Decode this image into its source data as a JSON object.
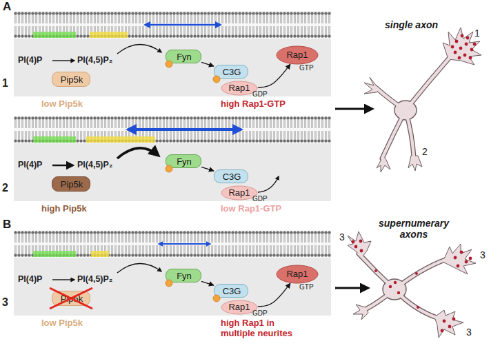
{
  "diagram": {
    "nodes": [
      {
        "text": [
          "1",
          "PI(4)P",
          "PI(4,5)P₂",
          "low Pip5k",
          "high Rap1-GTP"
        ]
      },
      {
        "text": [
          "Pip5k"
        ],
        "in": 0
      },
      {
        "text": [
          "Fyn"
        ],
        "in": 0
      },
      {
        "text": [
          "C3G"
        ],
        "in": 0
      },
      {
        "text": [
          "Rap1",
          "GTP"
        ],
        "in": 0
      },
      {
        "text": [
          "Rap1",
          "GDP"
        ],
        "in": 0
      },
      {
        "text": [
          "2",
          "PI(4)P",
          "PI(4,5)P₂",
          "high Pip5k",
          "low Rap1-GTP"
        ]
      },
      {
        "text": [
          "Pip5k"
        ],
        "in": 6
      },
      {
        "text": [
          "Fyn"
        ],
        "in": 6
      },
      {
        "text": [
          "C3G"
        ],
        "in": 6
      },
      {
        "text": [
          "Rap1",
          "GDP"
        ],
        "in": 6
      },
      {
        "text": [
          "3",
          "PI(4)P",
          "PI(4,5)P₂",
          "low Pip5k",
          "high Rap1 in multiple neurites"
        ]
      },
      {
        "text": [
          "Pip5k"
        ],
        "in": 11
      },
      {
        "text": [
          "Fyn"
        ],
        "in": 11
      },
      {
        "text": [
          "C3G"
        ],
        "in": 11
      },
      {
        "text": [
          "Rap1",
          "GTP"
        ],
        "in": 11
      },
      {
        "text": [
          "Rap1",
          "GDP"
        ],
        "in": 11
      }
    ],
    "edges": [
      {
        "from": 2,
        "to": 3,
        "arrow": "to"
      },
      {
        "from": 5,
        "to": 4,
        "arrow": "to"
      },
      {
        "from": 8,
        "to": 9,
        "arrow": "to"
      },
      {
        "from": 13,
        "to": 14,
        "arrow": "to"
      },
      {
        "from": 16,
        "to": 15,
        "arrow": "to"
      }
    ],
    "labels": [
      "A",
      "single axon",
      "1",
      "2",
      "B",
      "supernumerary axons",
      "3",
      "3",
      "3"
    ]
  }
}
